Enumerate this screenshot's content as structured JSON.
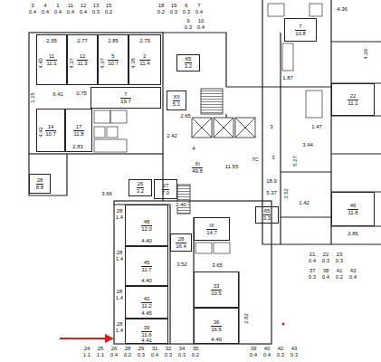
{
  "diagram": {
    "nodes": [
      {
        "text": [
          "11",
          "11.1"
        ]
      },
      {
        "text": [
          "12",
          "11.3"
        ]
      },
      {
        "text": [
          "5",
          "10.7"
        ]
      },
      {
        "text": [
          "2",
          "11.4"
        ]
      },
      {
        "text": [
          "7",
          "19.7"
        ]
      },
      {
        "text": [
          "14",
          "10.7"
        ]
      },
      {
        "text": [
          "17",
          "11.8"
        ]
      },
      {
        "text": [
          "28",
          "8.8"
        ]
      },
      {
        "text": [
          "XII",
          "5.1"
        ]
      },
      {
        "text": [
          "65",
          "3.2"
        ]
      },
      {
        "text": [
          "XI",
          "49.8"
        ]
      },
      {
        "text": [
          "27",
          "7.0"
        ]
      },
      {
        "text": [
          "26",
          "3.2"
        ]
      },
      {
        "text": [
          "IX",
          "14.7"
        ]
      },
      {
        "text": [
          "28",
          "16.4"
        ]
      },
      {
        "text": [
          "48",
          "12.0"
        ]
      },
      {
        "text": [
          "45",
          "11.7"
        ]
      },
      {
        "text": [
          "42",
          "11.2"
        ]
      },
      {
        "text": [
          "39",
          "11.6"
        ]
      },
      {
        "text": [
          "33",
          "10.5"
        ]
      },
      {
        "text": [
          "36",
          "16.5"
        ]
      },
      {
        "text": [
          "7",
          "10.8"
        ]
      },
      {
        "text": [
          "22",
          "11.1"
        ]
      },
      {
        "text": [
          "46",
          "11.8"
        ]
      },
      {
        "text": [
          "65",
          "3.3"
        ]
      }
    ],
    "labels": [
      "3",
      "0.4",
      "4",
      "0.4",
      "1",
      "0.4",
      "11",
      "0.4",
      "12",
      "0.4",
      "13",
      "0.3",
      "15",
      "0.2",
      "18",
      "0.2",
      "19",
      "0.3",
      "6",
      "0.3",
      "7",
      "0.4",
      "9",
      "0.3",
      "10",
      "0.4",
      "2.95",
      "2.77",
      "2.85",
      "2.79",
      "4.40",
      "4.37",
      "4.37",
      "4.38",
      "6.41",
      "0.75",
      "1.15",
      "4.42",
      "2.83",
      "2.65",
      "2.42",
      "4",
      "11.55",
      "7C",
      "3",
      "3",
      "18.9",
      "5.37",
      "3.66",
      "2.40",
      "3.52",
      "3.65",
      "2.82",
      "4.40",
      "4.40",
      "4.45",
      "4.41",
      "4.49",
      "28",
      "1.4",
      "28",
      "1.4",
      "28",
      "1.4",
      "28",
      "1.4",
      "4.36",
      "4.39",
      "1.87",
      "1.47",
      "3.44",
      "5.27",
      "3.52",
      "1.42",
      "2.86",
      "21",
      "0.4",
      "22",
      "0.3",
      "23",
      "0.3",
      "37",
      "0.3",
      "38",
      "0.4",
      "41",
      "0.2",
      "43",
      "0.4",
      "24",
      "1.1",
      "25",
      "1.1",
      "26",
      "0.4",
      "28",
      "0.2",
      "29",
      "0.3",
      "31",
      "0.4",
      "32",
      "0.3",
      "34",
      "0.3",
      "35",
      "0.2",
      "39",
      "0.4",
      "40",
      "0.4",
      "42",
      "0.3",
      "43",
      "0.3"
    ]
  }
}
